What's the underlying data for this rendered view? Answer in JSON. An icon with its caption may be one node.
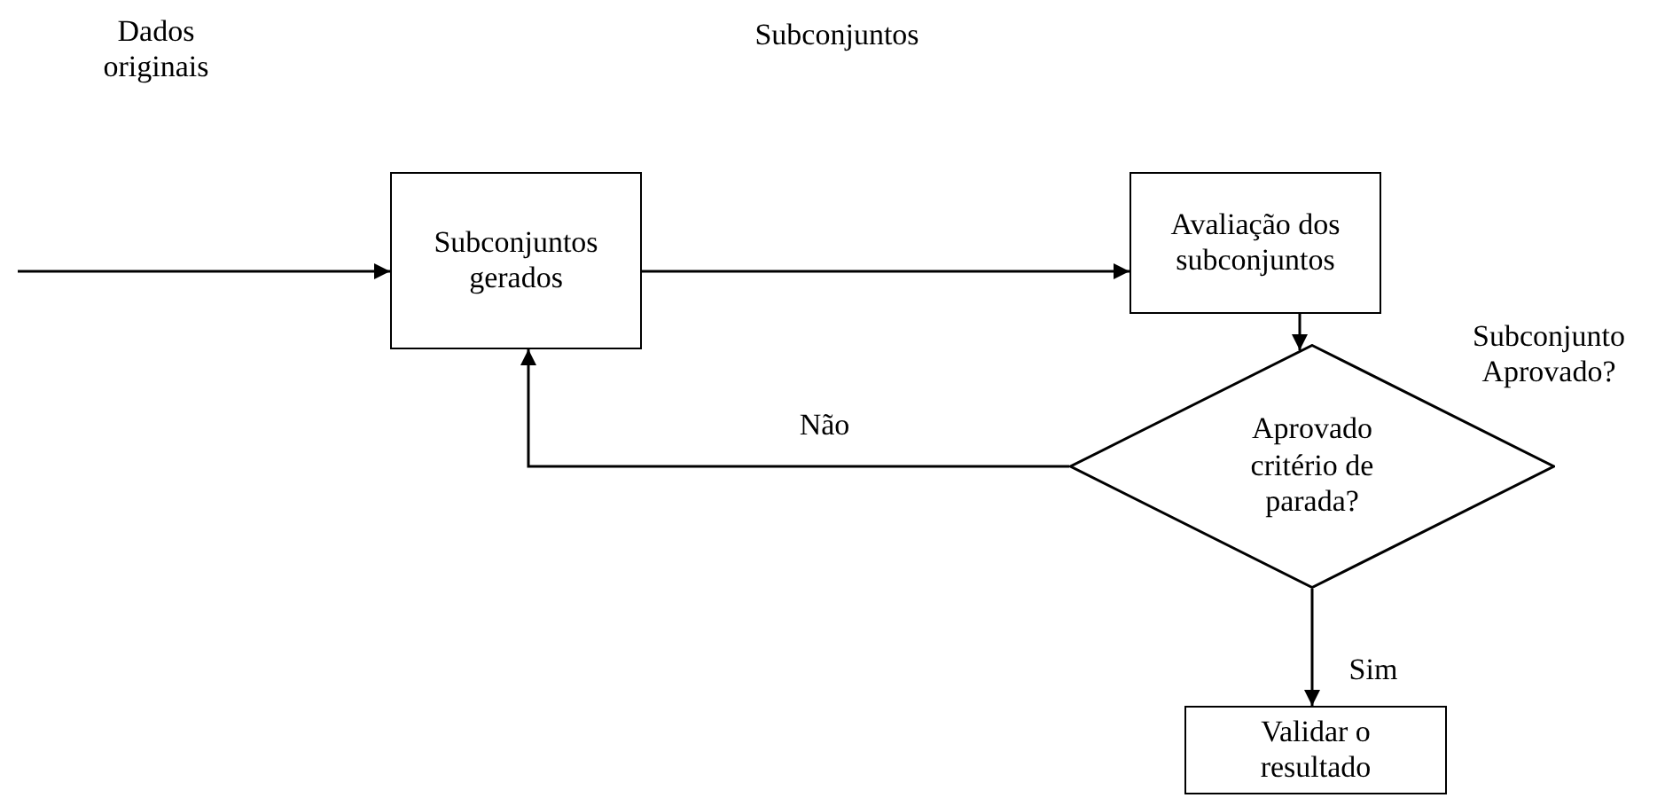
{
  "diagram": {
    "nodes": [
      {
        "text": [
          "Subconjuntos gerados"
        ]
      },
      {
        "text": [
          "Avaliação dos subconjuntos"
        ]
      },
      {
        "text": [
          "Aprovado critério de parada?"
        ],
        "beside": [
          "Subconjunto Aprovado?"
        ]
      },
      {
        "text": [
          "Validar o resultado"
        ]
      }
    ],
    "edges": [
      {
        "from": null,
        "to": 0,
        "arrow": "to"
      },
      {
        "from": 0,
        "to": 1,
        "arrow": "to"
      },
      {
        "from": 1,
        "to": 2,
        "arrow": "to"
      },
      {
        "from": 2,
        "to": 0,
        "arrow": "to",
        "label": "Não"
      },
      {
        "from": 2,
        "to": 3,
        "arrow": "to",
        "label": "Sim"
      }
    ],
    "labels": [
      "Dados originais",
      "Subconjuntos"
    ]
  }
}
